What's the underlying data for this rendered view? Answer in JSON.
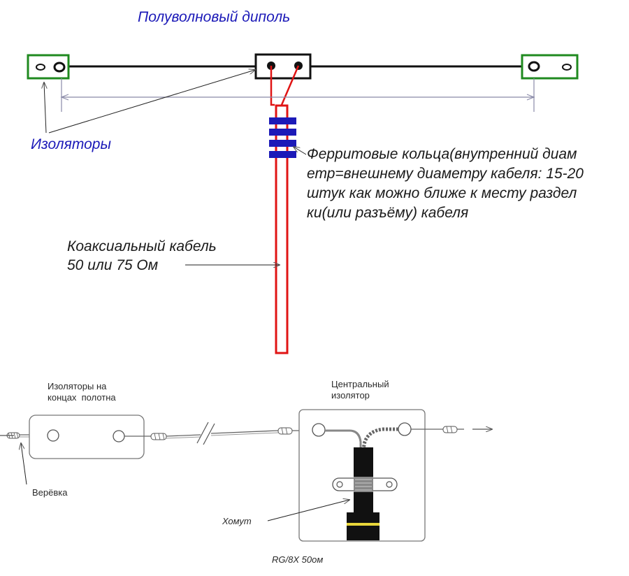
{
  "top": {
    "title": "Полуволновый диполь",
    "insulators_label": "Изоляторы",
    "ferrite_note": "Ферритовые кольца(внутренний диам\nетр=внешнему диаметру кабеля: 15-20\nштук как можно ближе к месту раздел\nки(или разъёму) кабеля",
    "coax_label": "Коаксиальный кабель\n50 или 75 Ом"
  },
  "bottom": {
    "end_insulators_label": "Изоляторы на\nконцах  полотна",
    "central_insulator_label": "Центральный\nизолятор",
    "rope_label": "Верёвка",
    "clamp_label": "Хомут",
    "cable_type_label": "RG/8X 50ом"
  },
  "colors": {
    "title_blue": "#1c1ab8",
    "insulator_green": "#1f8a1f",
    "cable_red": "#e01414",
    "ferrite_blue": "#1c1ab8",
    "wire_black": "#111111"
  }
}
